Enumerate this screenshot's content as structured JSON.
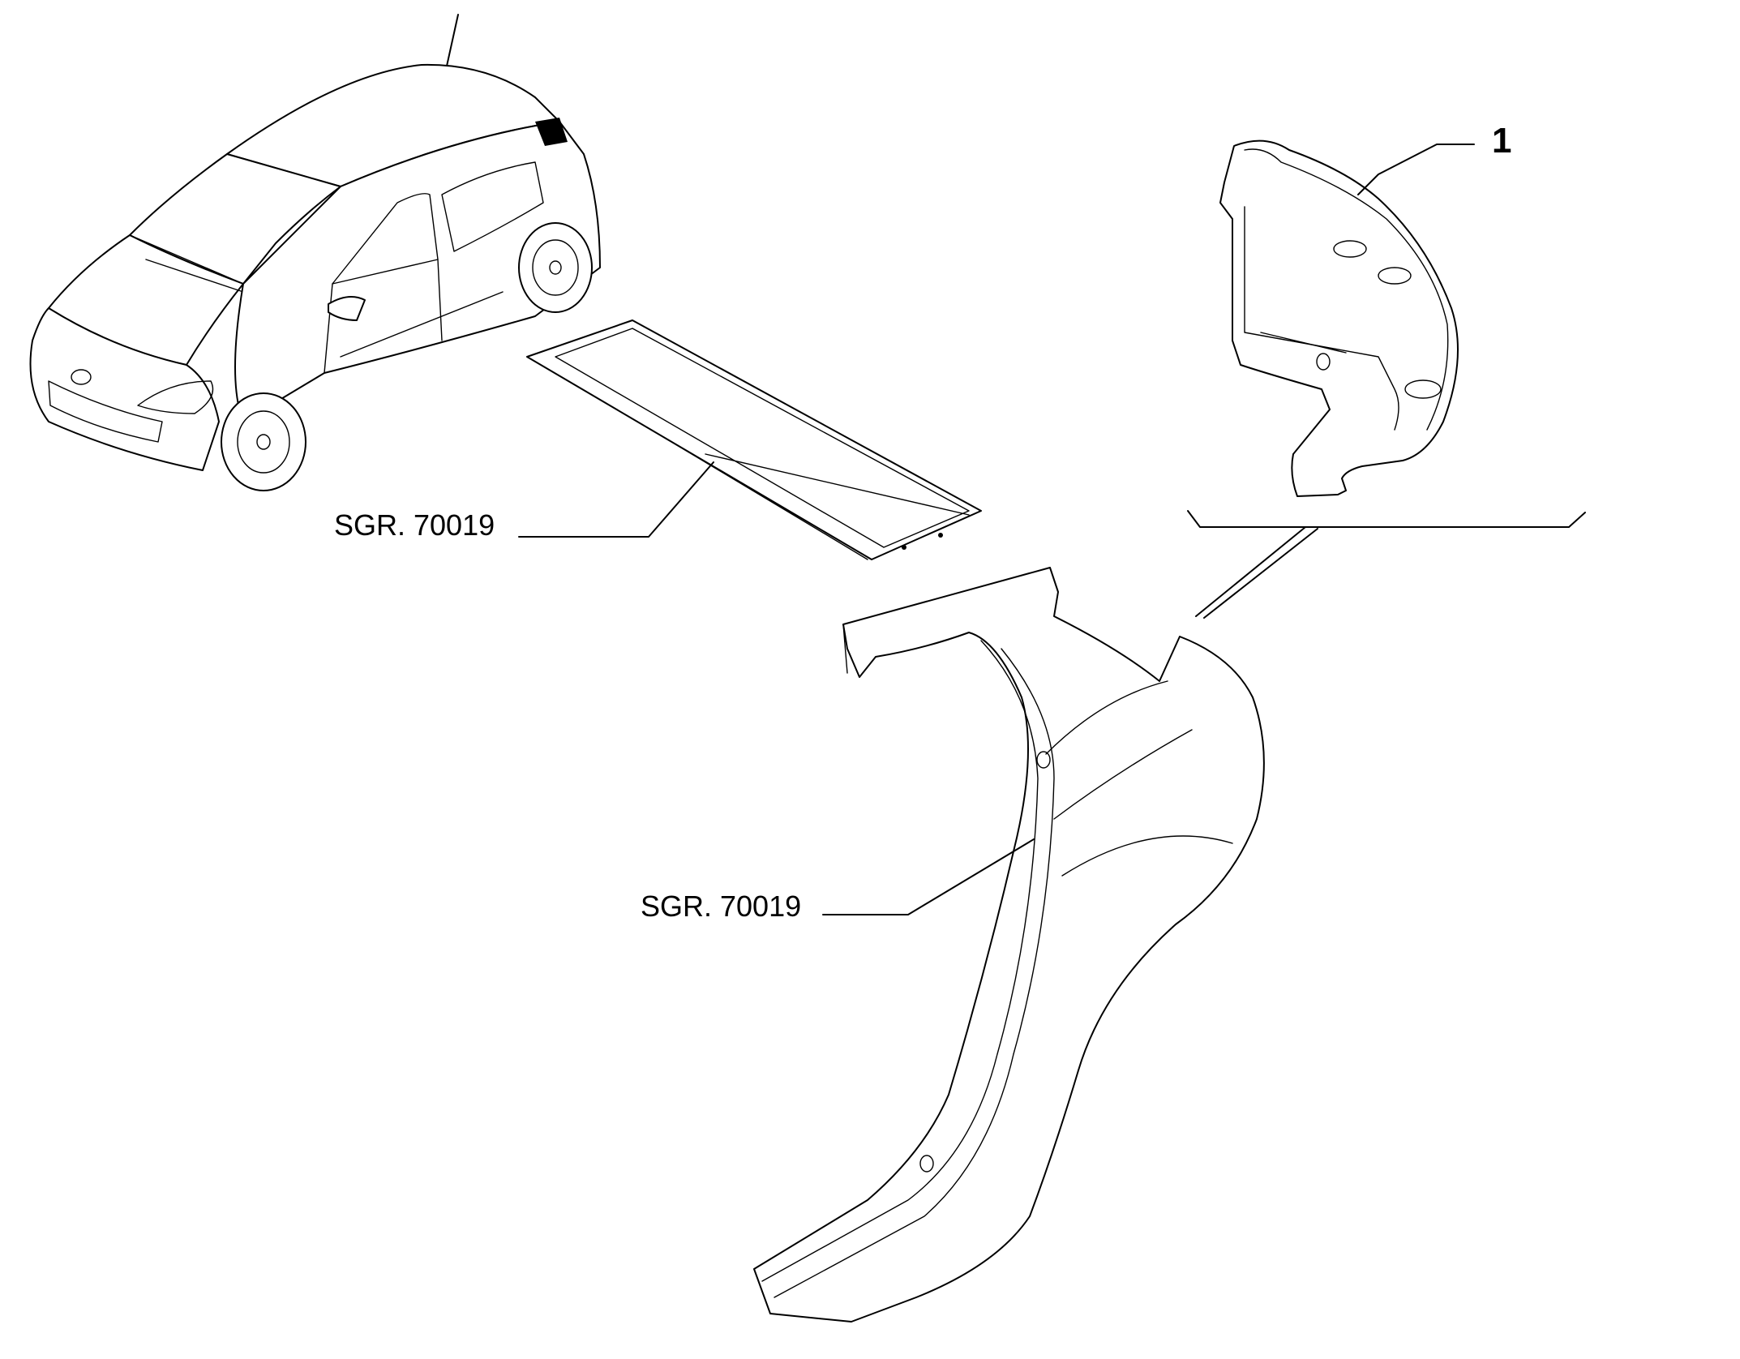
{
  "callouts": {
    "part_1": "1",
    "roof_ref": "SGR. 70019",
    "side_ref": "SGR. 70019"
  }
}
